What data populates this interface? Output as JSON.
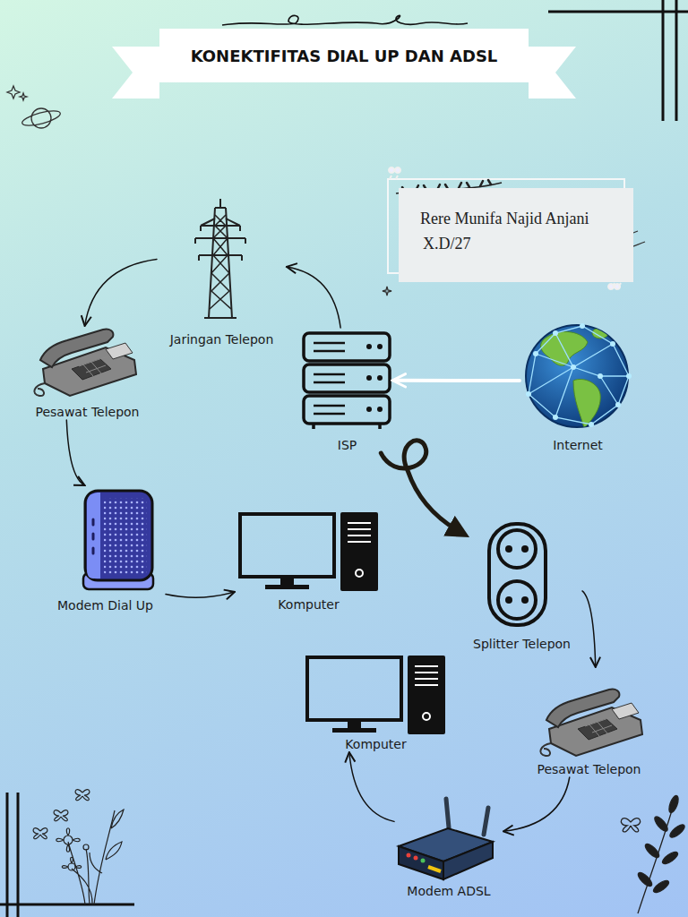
{
  "diagram": {
    "title": "KONEKTIFITAS DIAL UP DAN ADSL",
    "nodes": [
      {
        "text": [
          "Rere Munifa Najid Anjani",
          "X.D/27"
        ]
      },
      {
        "text": [
          "Jaringan Telepon"
        ]
      },
      {
        "text": [
          "ISP"
        ]
      },
      {
        "text": [
          "Internet"
        ]
      },
      {
        "text": [
          "Pesawat Telepon"
        ]
      },
      {
        "text": [
          "Modem Dial Up"
        ]
      },
      {
        "text": [
          "Komputer"
        ]
      },
      {
        "text": [
          "Splitter Telepon"
        ]
      },
      {
        "text": [
          "Komputer"
        ]
      },
      {
        "text": [
          "Pesawat Telepon"
        ]
      },
      {
        "text": [
          "Modem ADSL"
        ]
      }
    ],
    "edges": [
      {
        "from": 3,
        "to": 2,
        "arrow": "to"
      },
      {
        "from": 2,
        "to": 1,
        "arrow": "to"
      },
      {
        "from": 1,
        "to": 4,
        "arrow": "to"
      },
      {
        "from": 4,
        "to": 5,
        "arrow": "to"
      },
      {
        "from": 5,
        "to": 6,
        "arrow": "to"
      },
      {
        "from": 2,
        "to": 7,
        "arrow": "to"
      },
      {
        "from": 7,
        "to": 9,
        "arrow": "to"
      },
      {
        "from": 9,
        "to": 10,
        "arrow": "to"
      },
      {
        "from": 10,
        "to": 8,
        "arrow": "to"
      }
    ]
  }
}
